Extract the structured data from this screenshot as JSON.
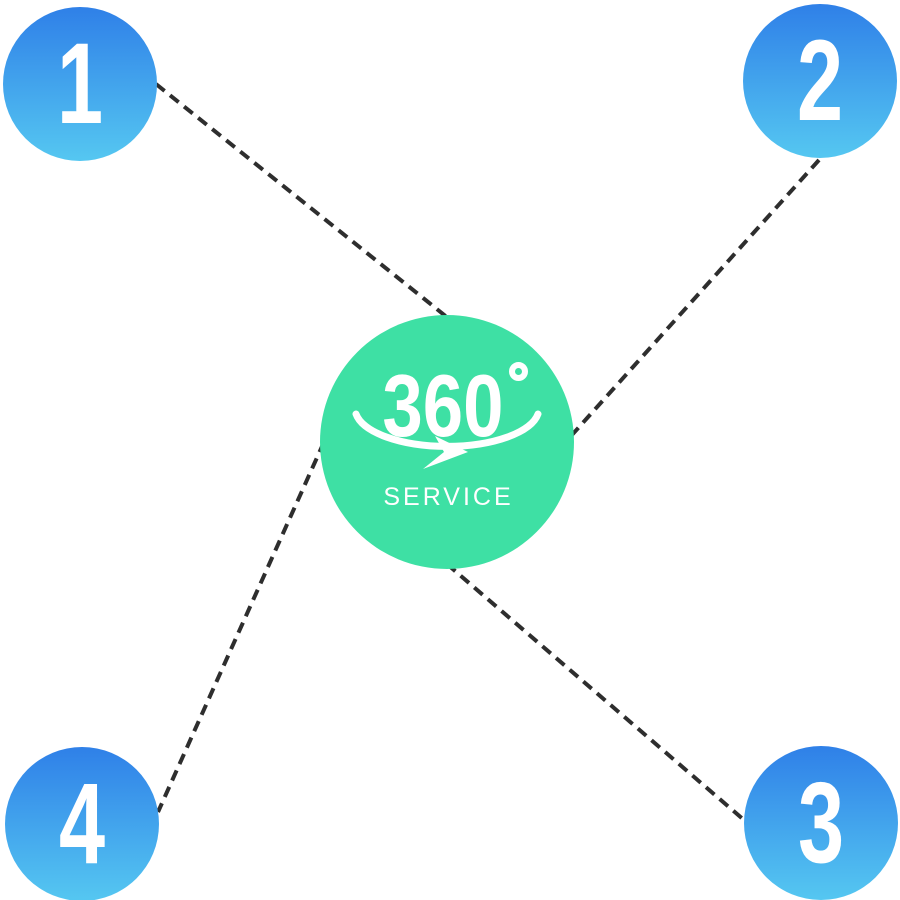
{
  "diagram": {
    "center_badge": {
      "value": "360",
      "degree_symbol": "°",
      "caption": "SERVICE"
    },
    "steps": [
      {
        "label": "1",
        "position": "top-left"
      },
      {
        "label": "2",
        "position": "top-right"
      },
      {
        "label": "3",
        "position": "bottom-right"
      },
      {
        "label": "4",
        "position": "bottom-left"
      }
    ],
    "colors": {
      "badge_green": "#3EE0A4",
      "step_blue_top": "#2F80E8",
      "step_blue_bottom": "#55C7F1",
      "connector_dark": "#2E2E2E",
      "text_white": "#FFFFFF",
      "background": "#FFFFFF"
    }
  }
}
